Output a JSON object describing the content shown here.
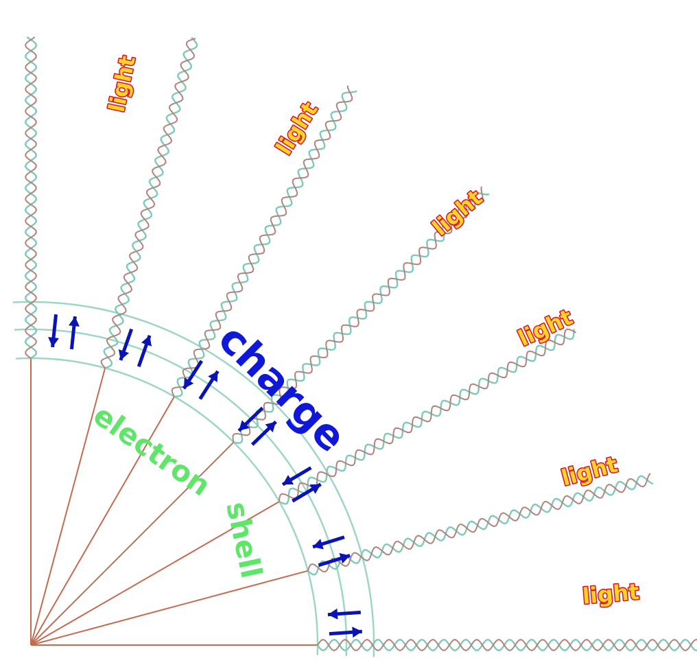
{
  "labels": {
    "light": [
      "light",
      "light",
      "light",
      "light",
      "light",
      "light"
    ],
    "charge": "charge",
    "shell_word1": "electron",
    "shell_word2": "shell"
  },
  "colors": {
    "ray": "#c56a4f",
    "shell": "#9ed6c6",
    "wave_teal": "#7fc9b6",
    "wave_brown": "#b0847c",
    "arrow": "#0a14b4",
    "charge": "#1018d8",
    "shell_text": "#5fe66a",
    "light_fill": "#ffd22a",
    "light_stroke": "#d8102a"
  },
  "wave_angles_deg": [
    90,
    75,
    60,
    45,
    30,
    15,
    0
  ],
  "arrow_pairs": 7
}
